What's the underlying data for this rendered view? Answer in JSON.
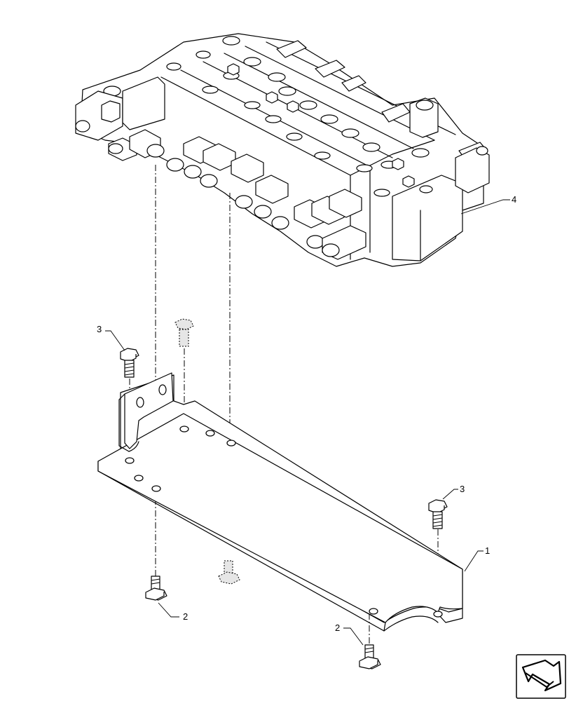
{
  "callouts": [
    {
      "id": "callout-1",
      "label": "1"
    },
    {
      "id": "callout-2a",
      "label": "2"
    },
    {
      "id": "callout-2b",
      "label": "2"
    },
    {
      "id": "callout-3a",
      "label": "3"
    },
    {
      "id": "callout-3b",
      "label": "3"
    },
    {
      "id": "callout-4",
      "label": "4"
    }
  ],
  "icons": {
    "navigation": "next-page-arrow-icon"
  }
}
